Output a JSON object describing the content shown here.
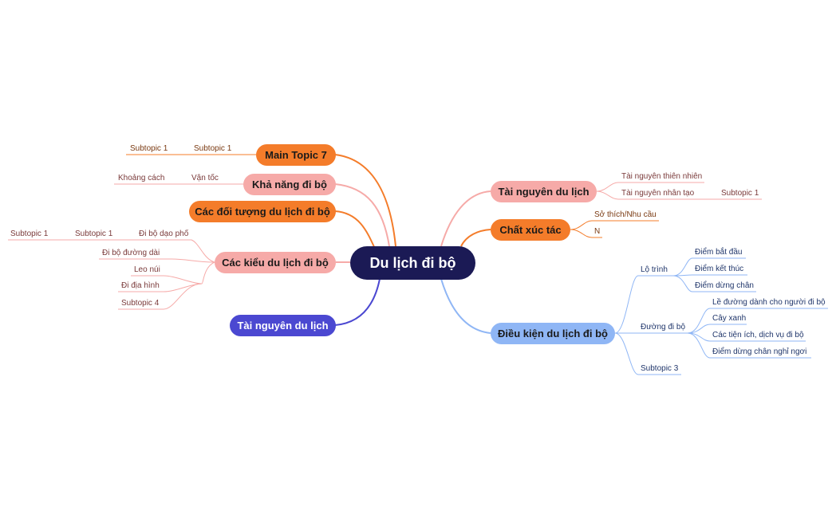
{
  "central": "Du lịch đi bộ",
  "left": {
    "main_topic_7": {
      "label": "Main Topic 7",
      "subtopic_a": "Subtopic 1",
      "subtopic_b": "Subtopic 1"
    },
    "kha_nang": {
      "label": "Khả năng đi bộ",
      "van_toc": "Vận tốc",
      "khoang_cach": "Khoảng cách"
    },
    "doi_tuong": {
      "label": "Các đối tượng du lịch đi bộ"
    },
    "cac_kieu": {
      "label": "Các kiểu du lịch đi bộ",
      "di_bo_dao_pho": "Đi bộ dạo phố",
      "subtopic_1a": "Subtopic 1",
      "subtopic_1b": "Subtopic 1",
      "di_bo_duong_dai": "Đi bộ đường dài",
      "leo_nui": "Leo núi",
      "di_dia_hinh": "Đi địa hình",
      "subtopic_4": "Subtopic 4"
    },
    "tai_nguyen": {
      "label": "Tài nguyên du lịch"
    }
  },
  "right": {
    "tai_nguyen": {
      "label": "Tài nguyên du lịch",
      "thien_nhien": "Tài nguyên thiên nhiên",
      "nhan_tao": "Tài nguyên nhân tạo",
      "subtopic_1": "Subtopic 1"
    },
    "chat_xuc_tac": {
      "label": "Chất xúc tác",
      "so_thich": "Sở thích/Nhu cầu",
      "n": "N"
    },
    "dieu_kien": {
      "label": "Điều kiện du lịch đi bộ",
      "lo_trinh": "Lộ trình",
      "diem_bat_dau": "Điểm bắt đầu",
      "diem_ket_thuc": "Điểm kết thúc",
      "diem_dung_chan": "Điểm dừng chân",
      "duong_di_bo": "Đường đi bộ",
      "le_duong": "Lề đường dành cho người đi bộ",
      "cay_xanh": "Cây xanh",
      "tien_ich": "Các tiện ích, dịch vụ đi bộ",
      "diem_dung_chan_nghi": "Điểm dừng chân nghỉ ngơi",
      "subtopic_3": "Subtopic 3"
    }
  },
  "colors": {
    "central": "#1b1a55",
    "orange": "#f47c2a",
    "pink": "#f6aaa8",
    "indigo": "#4b48d1",
    "blue": "#8fb6f5"
  }
}
